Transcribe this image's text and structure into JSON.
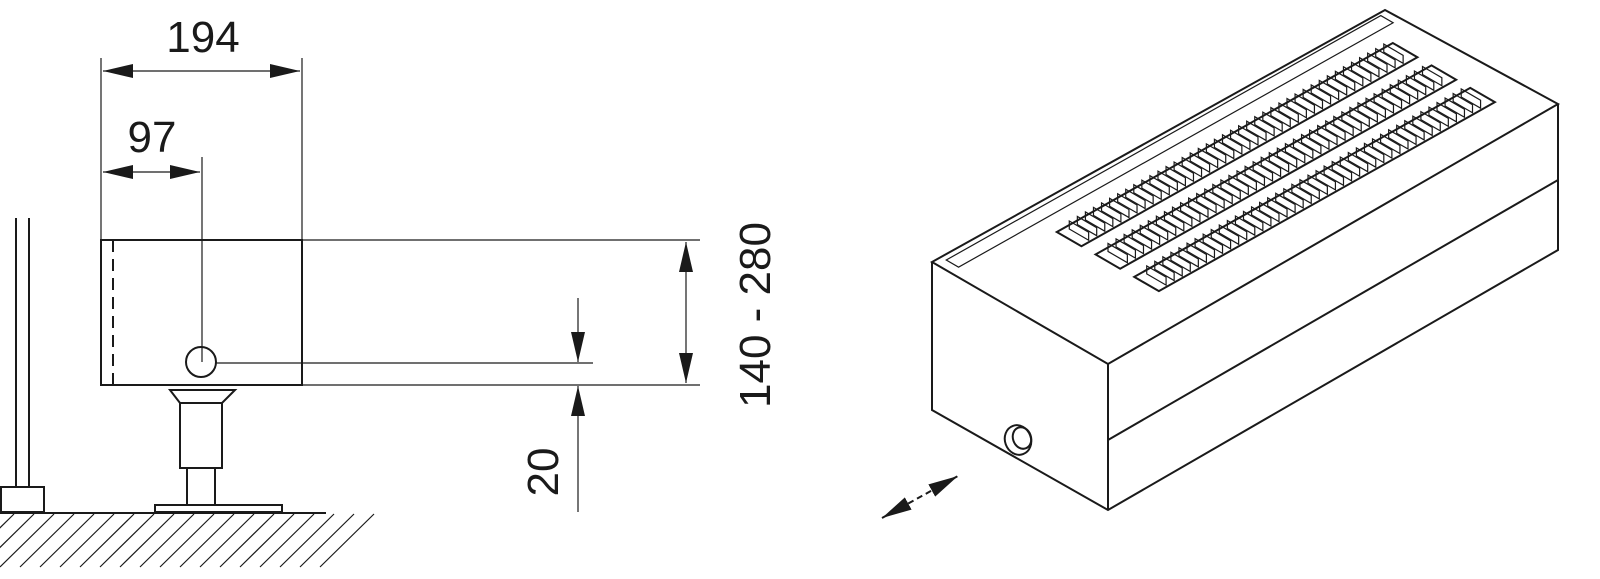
{
  "dimensions": {
    "width_total": "194",
    "width_half": "97",
    "height_range": "140 - 280",
    "pipe_offset": "20"
  },
  "colors": {
    "line": "#1a1a1a",
    "background": "#ffffff"
  }
}
